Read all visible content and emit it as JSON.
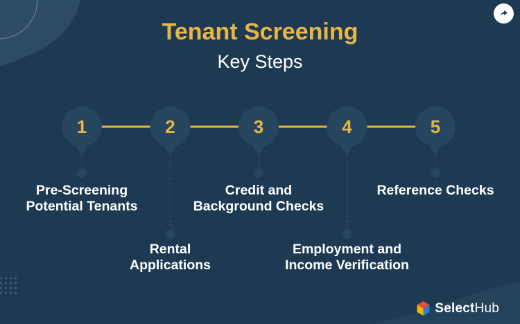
{
  "colors": {
    "background": "#1D3A52",
    "accent_gold": "#E7B648",
    "circle_fill": "#26465F",
    "corner_blob": "#2E4B64",
    "bottom_wave": "#25425B",
    "text_white": "#FFFFFF"
  },
  "header": {
    "title": "Tenant Screening",
    "subtitle": "Key Steps"
  },
  "share_button": {
    "icon": "share-arrow"
  },
  "steps": [
    {
      "number": "1",
      "tier": "upper",
      "lines": [
        "Pre-Screening",
        "Potential Tenants"
      ]
    },
    {
      "number": "2",
      "tier": "lower",
      "lines": [
        "Rental",
        "Applications"
      ]
    },
    {
      "number": "3",
      "tier": "upper",
      "lines": [
        "Credit and",
        "Background Checks"
      ]
    },
    {
      "number": "4",
      "tier": "lower",
      "lines": [
        "Employment and",
        "Income Verification"
      ]
    },
    {
      "number": "5",
      "tier": "upper",
      "lines": [
        "Reference Checks"
      ]
    }
  ],
  "footer": {
    "brand_bold": "Select",
    "brand_regular": "Hub"
  }
}
